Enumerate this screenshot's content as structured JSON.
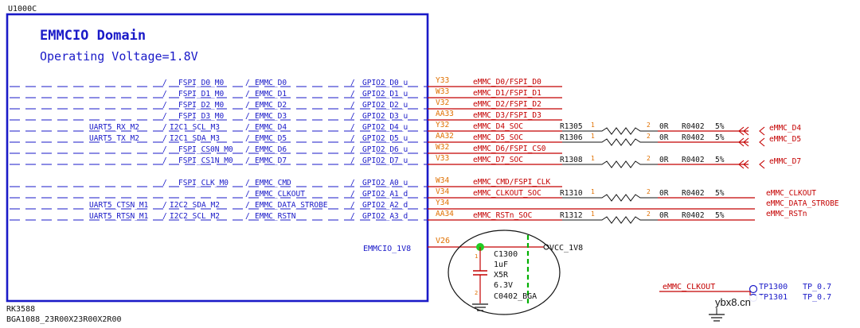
{
  "colors": {
    "chip_border": "#1a1ac8",
    "net_red": "#c40000",
    "pin_orange": "#e07000",
    "dash_blue": "#1a1ac8",
    "black": "#111111",
    "green_dash": "#00b000",
    "green_dot": "#22cc22"
  },
  "chip": {
    "refdes": "U1000C",
    "domain": "EMMCIO Domain",
    "voltage": "Operating Voltage=1.8V",
    "part": "RK3588",
    "package": "BGA1088_23R00X23R00X2R00",
    "power_pin_name": "EMMCIO_1V8",
    "power_pin_number": "V26"
  },
  "rows_top": [
    {
      "f0": "",
      "f1": "FSPI_D0_M0",
      "f2": "EMMC_D0",
      "gpio": "GPIO2_D0_u",
      "pin": "Y33",
      "net": "eMMC_D0/FSPI_D0"
    },
    {
      "f0": "",
      "f1": "FSPI_D1_M0",
      "f2": "EMMC_D1",
      "gpio": "GPIO2_D1_u",
      "pin": "W33",
      "net": "eMMC_D1/FSPI_D1"
    },
    {
      "f0": "",
      "f1": "FSPI_D2_M0",
      "f2": "EMMC_D2",
      "gpio": "GPIO2_D2_u",
      "pin": "V32",
      "net": "eMMC_D2/FSPI_D2"
    },
    {
      "f0": "",
      "f1": "FSPI_D3_M0",
      "f2": "EMMC_D3",
      "gpio": "GPIO2_D3_u",
      "pin": "AA33",
      "net": "eMMC_D3/FSPI_D3"
    },
    {
      "f0": "UART5_RX_M2",
      "f1": "I2C1_SCL_M3",
      "f2": "EMMC_D4",
      "gpio": "GPIO2_D4_u",
      "pin": "Y32",
      "net": "eMMC_D4_SOC"
    },
    {
      "f0": "UART5_TX_M2",
      "f1": "I2C1_SDA_M3",
      "f2": "EMMC_D5",
      "gpio": "GPIO2_D5_u",
      "pin": "AA32",
      "net": "eMMC_D5_SOC"
    },
    {
      "f0": "",
      "f1": "FSPI_CS0N_M0",
      "f2": "EMMC_D6",
      "gpio": "GPIO2_D6_u",
      "pin": "W32",
      "net": "eMMC_D6/FSPI_CS0"
    },
    {
      "f0": "",
      "f1": "FSPI_CS1N_M0",
      "f2": "EMMC_D7",
      "gpio": "GPIO2_D7_u",
      "pin": "V33",
      "net": "eMMC_D7_SOC"
    }
  ],
  "rows_bottom": [
    {
      "f0": "",
      "f1": "FSPI_CLK_M0",
      "f2": "EMMC_CMD",
      "gpio": "GPIO2_A0_u",
      "pin": "W34",
      "net": "eMMC_CMD/FSPI_CLK"
    },
    {
      "f0": "",
      "f1": "",
      "f2": "EMMC_CLKOUT",
      "gpio": "GPIO2_A1_d",
      "pin": "V34",
      "net": "eMMC_CLKOUT_SOC"
    },
    {
      "f0": "UART5_CTSN_M1",
      "f1": "I2C2_SDA_M2",
      "f2": "EMMC_DATA_STROBE",
      "gpio": "GPIO2_A2_d",
      "pin": "Y34",
      "net": ""
    },
    {
      "f0": "UART5_RTSN_M1",
      "f1": "I2C2_SCL_M2",
      "f2": "EMMC_RSTN",
      "gpio": "GPIO2_A3_d",
      "pin": "AA34",
      "net": "eMMC_RSTn_SOC"
    }
  ],
  "resistors": [
    {
      "ref": "R1305",
      "p1": "1",
      "p2": "2",
      "value": "0R",
      "pkg": "R0402",
      "tol": "5%",
      "out": "eMMC_D4"
    },
    {
      "ref": "R1306",
      "p1": "1",
      "p2": "2",
      "value": "0R",
      "pkg": "R0402",
      "tol": "5%",
      "out": "eMMC_D5"
    },
    {
      "ref": "R1308",
      "p1": "1",
      "p2": "2",
      "value": "0R",
      "pkg": "R0402",
      "tol": "5%",
      "out": "eMMC_D7"
    },
    {
      "ref": "R1310",
      "p1": "1",
      "p2": "2",
      "value": "0R",
      "pkg": "R0402",
      "tol": "5%",
      "out": "eMMC_CLKOUT"
    },
    {
      "ref": "",
      "p1": "",
      "p2": "",
      "value": "",
      "pkg": "",
      "tol": "",
      "out": "eMMC_DATA_STROBE"
    },
    {
      "ref": "R1312",
      "p1": "1",
      "p2": "2",
      "value": "0R",
      "pkg": "R0402",
      "tol": "5%",
      "out": "eMMC_RSTn"
    }
  ],
  "capacitor": {
    "ref": "C1300",
    "value": "1uF",
    "dielectric": "X5R",
    "voltage": "6.3V",
    "pkg": "C0402_BGA",
    "pin1": "1",
    "pin2": "2",
    "rail": "VCC_1V8"
  },
  "testpoints": {
    "net": "eMMC_CLKOUT",
    "tp1_ref": "TP1300",
    "tp1_val": "TP_0.7",
    "tp2_ref": "TP1301",
    "tp2_val": "TP_0.7"
  },
  "watermark": "ybx8.cn"
}
